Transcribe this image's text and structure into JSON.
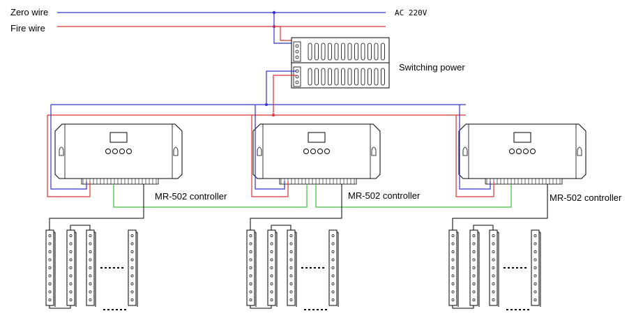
{
  "labels": {
    "zero_wire": "Zero wire",
    "fire_wire": "Fire wire",
    "ac": "AC 220V",
    "switching_power": "Switching power",
    "controller": "MR-502 controller"
  },
  "controllers": [
    {
      "label": "MR-502 controller"
    },
    {
      "label": "MR-502 controller"
    },
    {
      "label": "MR-502 controller"
    }
  ],
  "colors": {
    "zero_wire": "#3333cc",
    "fire_wire": "#dd3333",
    "data_line": "#44bb44",
    "outline": "#000000"
  }
}
